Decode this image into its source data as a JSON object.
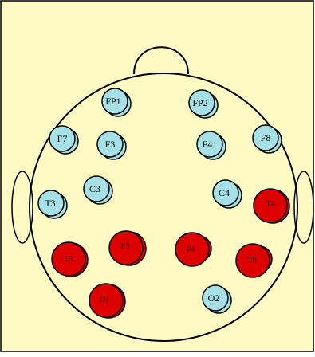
{
  "colors": {
    "background": "#fff9c4",
    "border": "#000000",
    "electrode_inactive": "#a6e1e8",
    "electrode_active": "#dd0000",
    "outline": "#000000"
  },
  "electrodes": {
    "FP1": {
      "label": "FP1",
      "state": "inactive"
    },
    "FP2": {
      "label": "FP2",
      "state": "inactive"
    },
    "F7": {
      "label": "F7",
      "state": "inactive"
    },
    "F3": {
      "label": "F3",
      "state": "inactive"
    },
    "F4": {
      "label": "F4",
      "state": "inactive"
    },
    "F8": {
      "label": "F8",
      "state": "inactive"
    },
    "T3": {
      "label": "T3",
      "state": "inactive"
    },
    "C3": {
      "label": "C3",
      "state": "inactive"
    },
    "C4": {
      "label": "C4",
      "state": "inactive"
    },
    "T4": {
      "label": "T4",
      "state": "active"
    },
    "T5": {
      "label": "T5",
      "state": "active"
    },
    "P3": {
      "label": "P3",
      "state": "active"
    },
    "P4": {
      "label": "P4",
      "state": "active"
    },
    "T6": {
      "label": "T6",
      "state": "active"
    },
    "O1": {
      "label": "O1",
      "state": "active"
    },
    "O2": {
      "label": "O2",
      "state": "inactive"
    }
  }
}
